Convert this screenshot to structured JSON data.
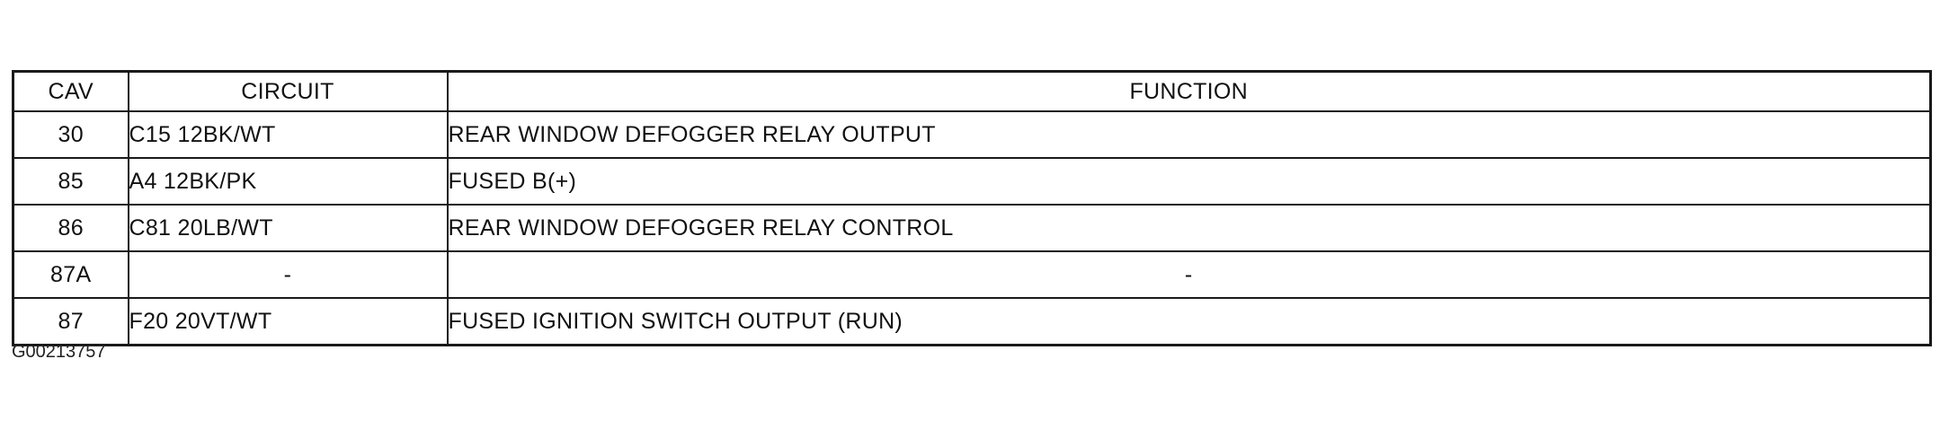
{
  "table": {
    "headers": {
      "cav": "CAV",
      "circuit": "CIRCUIT",
      "function": "FUNCTION"
    },
    "rows": [
      {
        "cav": "30",
        "circuit": "C15 12BK/WT",
        "function": "REAR WINDOW DEFOGGER RELAY OUTPUT"
      },
      {
        "cav": "85",
        "circuit": "A4 12BK/PK",
        "function": "FUSED B(+)"
      },
      {
        "cav": "86",
        "circuit": "C81 20LB/WT",
        "function": "REAR WINDOW DEFOGGER RELAY CONTROL"
      },
      {
        "cav": "87A",
        "circuit": "-",
        "function": "-"
      },
      {
        "cav": "87",
        "circuit": "F20 20VT/WT",
        "function": "FUSED IGNITION SWITCH OUTPUT (RUN)"
      }
    ]
  },
  "figure_id": "G00213757"
}
